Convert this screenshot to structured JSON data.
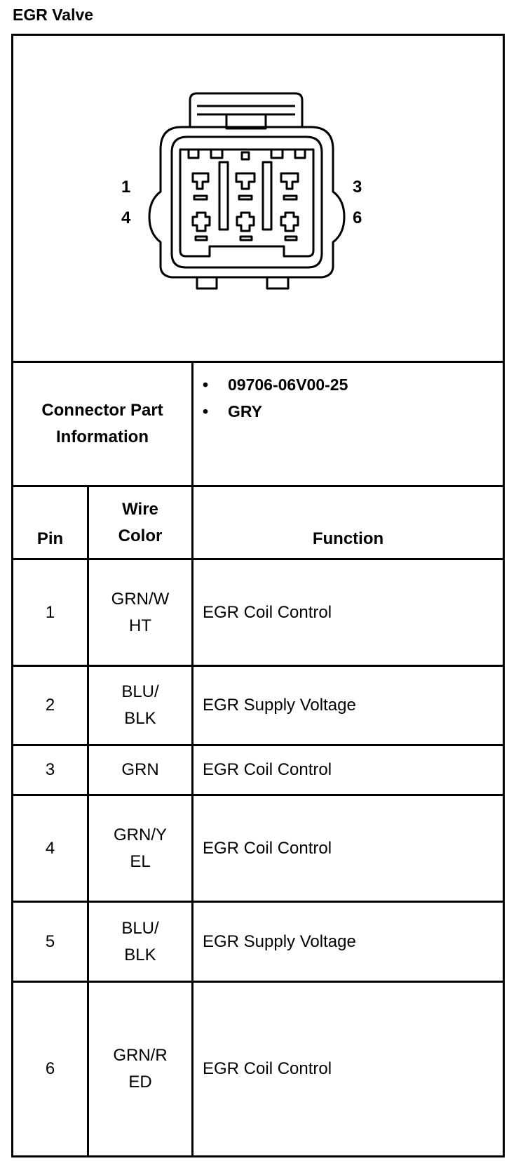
{
  "title": "EGR Valve",
  "connector": {
    "pin_labels": {
      "p1": "1",
      "p3": "3",
      "p4": "4",
      "p6": "6"
    },
    "part_info_label": "Connector Part\nInformation",
    "part_info_items": [
      "09706-06V00-25",
      "GRY"
    ],
    "bullet": "•"
  },
  "table": {
    "headers": {
      "pin": "Pin",
      "wire_color": "Wire\nColor",
      "function": "Function"
    },
    "rows": [
      {
        "pin": "1",
        "wire_color": "GRN/W\nHT",
        "function": "EGR Coil Control"
      },
      {
        "pin": "2",
        "wire_color": "BLU/\nBLK",
        "function": "EGR Supply Voltage"
      },
      {
        "pin": "3",
        "wire_color": "GRN",
        "function": "EGR Coil Control"
      },
      {
        "pin": "4",
        "wire_color": "GRN/Y\nEL",
        "function": "EGR Coil Control"
      },
      {
        "pin": "5",
        "wire_color": "BLU/\nBLK",
        "function": "EGR Supply Voltage"
      },
      {
        "pin": "6",
        "wire_color": "GRN/R\nED",
        "function": "EGR Coil Control"
      }
    ]
  }
}
